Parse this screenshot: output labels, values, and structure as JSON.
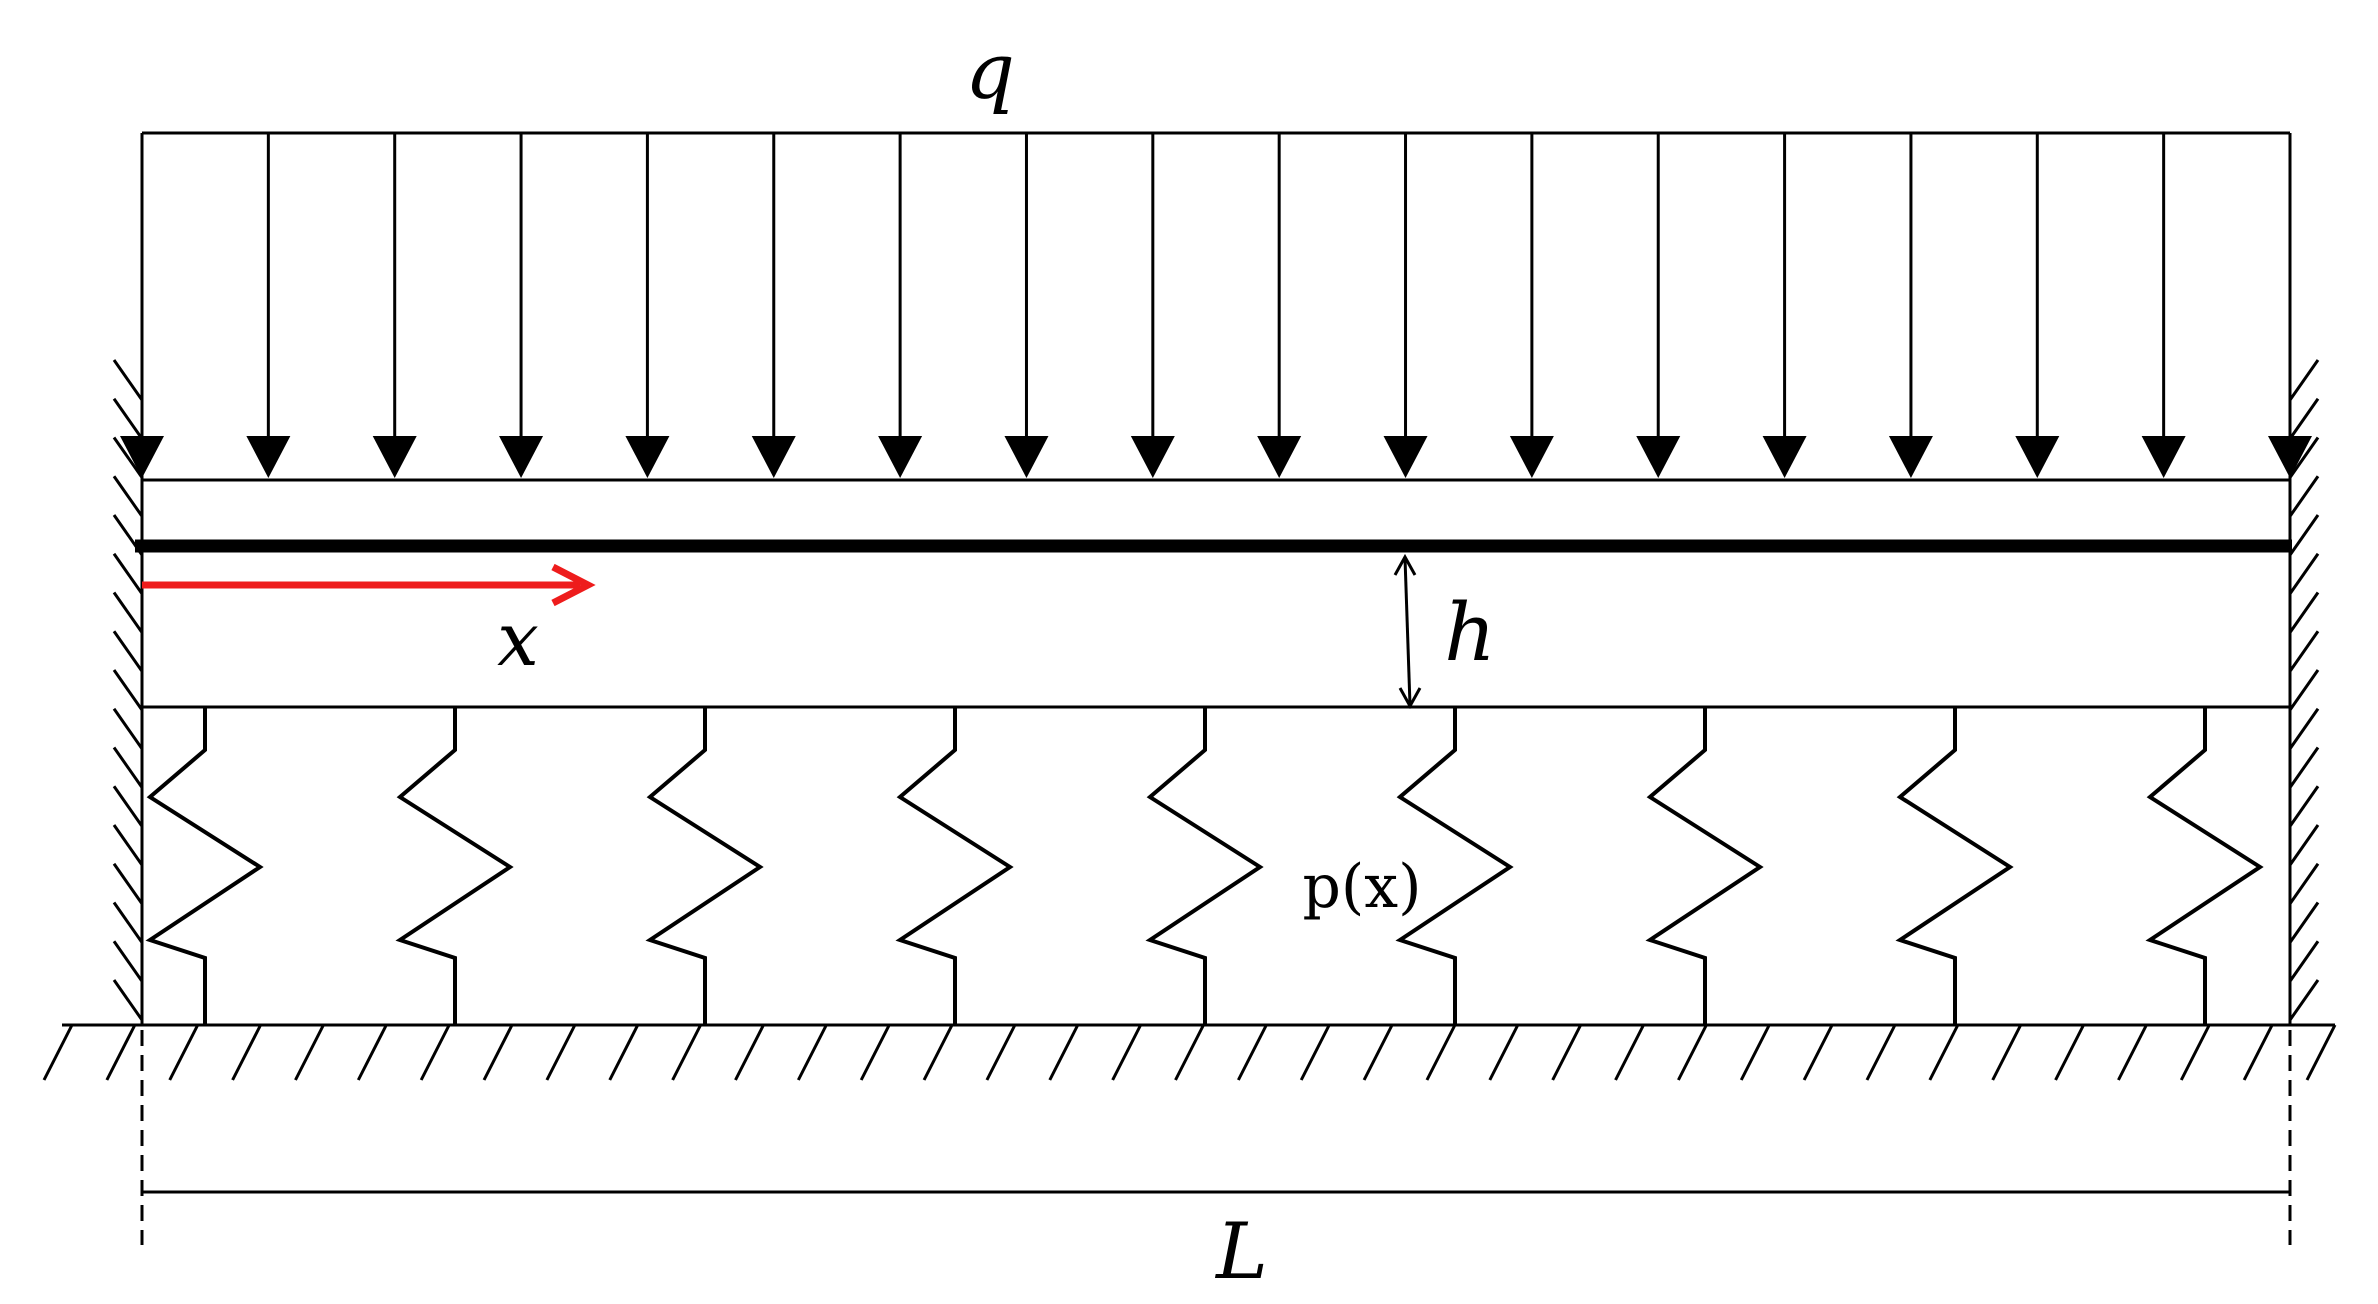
{
  "labels": {
    "load": "q",
    "axis": "x",
    "thickness": "h",
    "foundation": "p(x)",
    "length": "L"
  },
  "load_arrow_count": 18,
  "spring_count": 9,
  "hatch": {
    "left_wall_count": 17,
    "right_wall_count": 17,
    "ground_count": 37
  },
  "colors": {
    "line": "#000000",
    "axis_arrow": "#ee1c1c",
    "background": "#ffffff"
  }
}
